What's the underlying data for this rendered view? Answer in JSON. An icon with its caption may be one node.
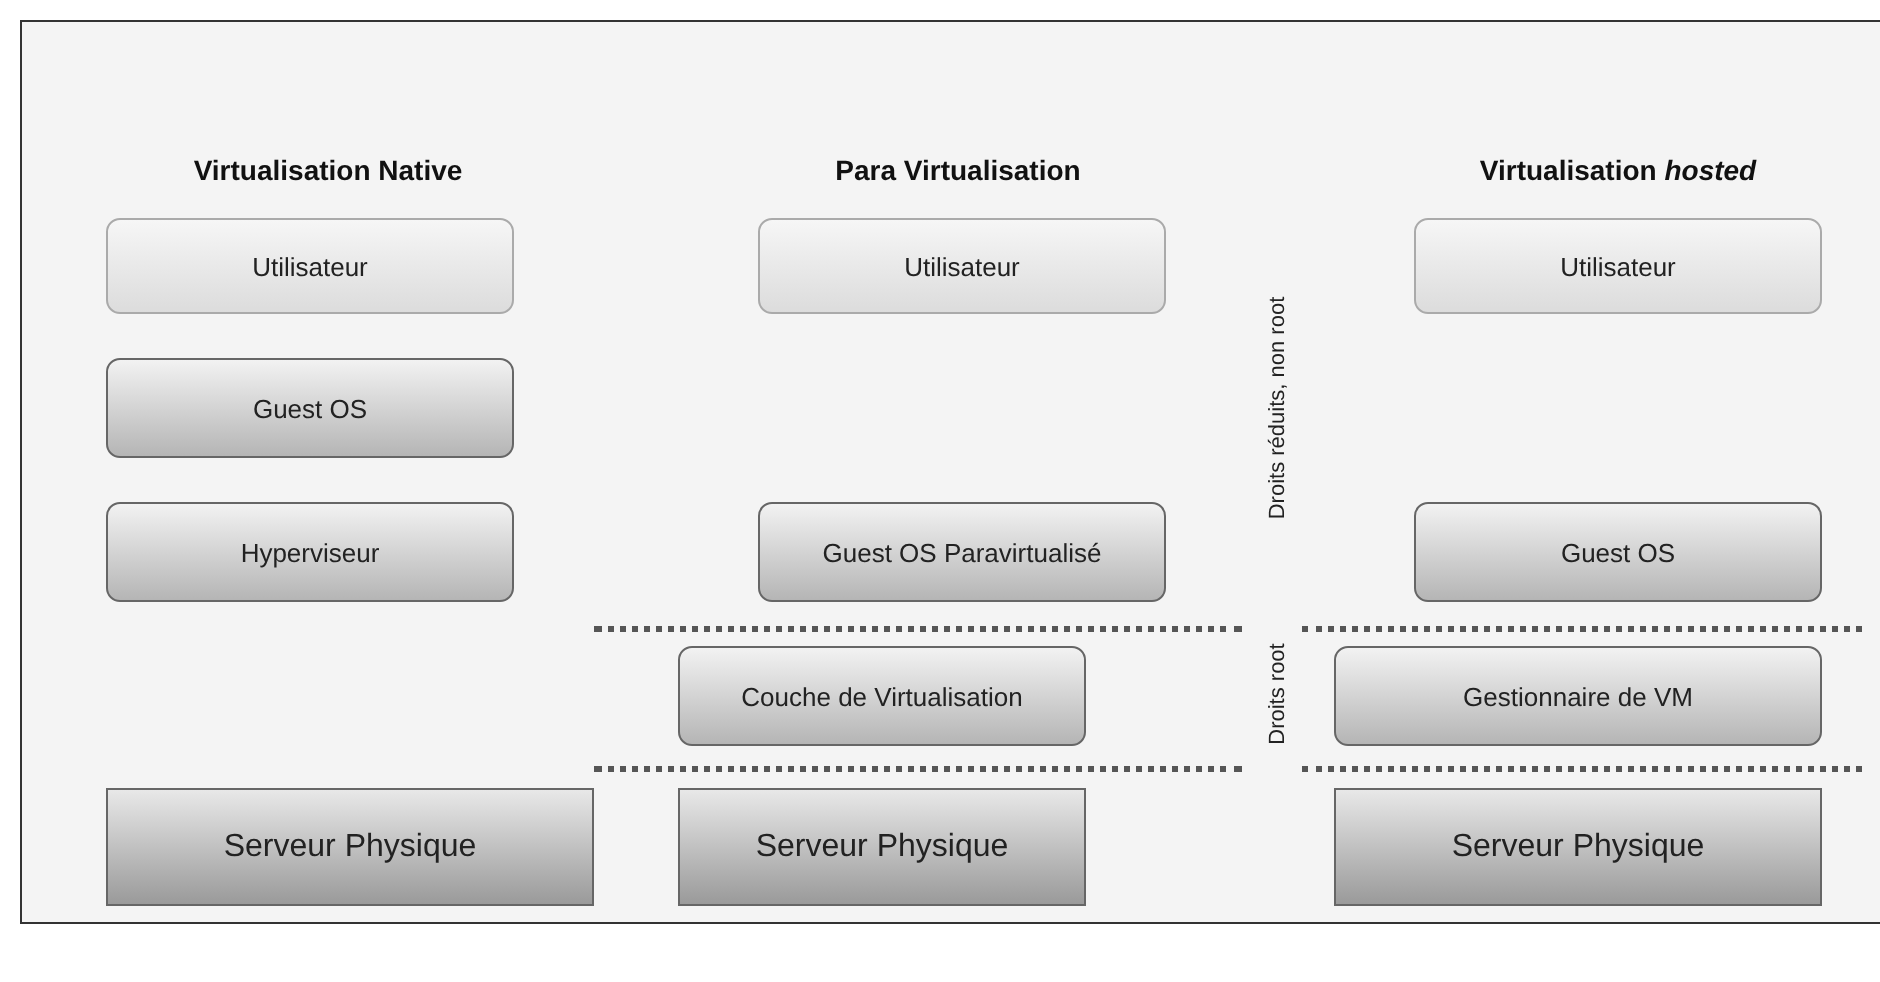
{
  "diagram": {
    "nodes": [
      {
        "text": [
          "Utilisateur"
        ]
      },
      {
        "text": [
          "Utilisateur"
        ]
      },
      {
        "text": [
          "Utilisateur"
        ]
      },
      {
        "text": [
          "Guest OS"
        ]
      },
      {
        "text": [
          "Hyperviseur"
        ]
      },
      {
        "text": [
          "Guest OS Paravirtualisé"
        ]
      },
      {
        "text": [
          "Guest OS"
        ]
      },
      {
        "text": [
          "Couche de Virtualisation"
        ]
      },
      {
        "text": [
          "Gestionnaire de VM"
        ]
      },
      {
        "text": [
          "Serveur Physique"
        ]
      },
      {
        "text": [
          "Serveur Physique"
        ]
      },
      {
        "text": [
          "Serveur Physique"
        ]
      }
    ],
    "edges": [],
    "labels": [
      "Virtualisation Native",
      "Para Virtualisation",
      "Virtualisation *hosted*",
      "Droits réduits, non root",
      "Droits root"
    ]
  }
}
